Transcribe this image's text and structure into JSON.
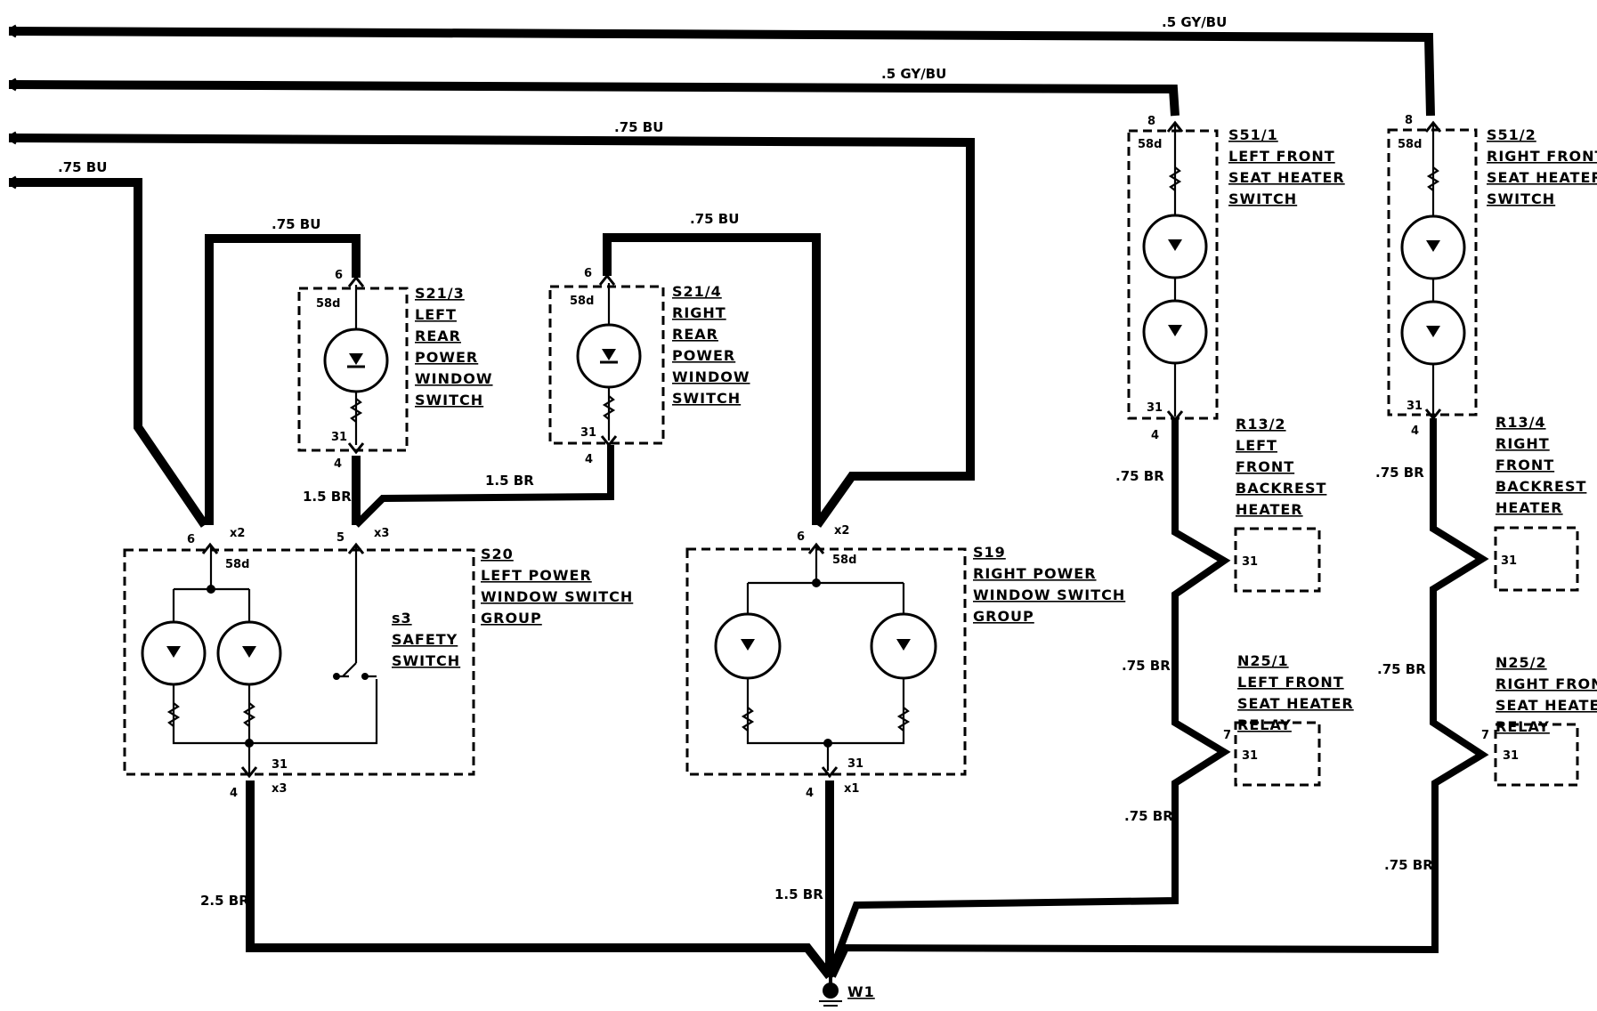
{
  "wire_labels": {
    "gybu_top": ".5 GY/BU",
    "gybu_second": ".5 GY/BU",
    "bu_third": ".75 BU",
    "bu_fourth": ".75 BU",
    "bu_s21_3": ".75 BU",
    "bu_s21_4": ".75 BU",
    "br_s21_4": "1.5 BR",
    "br_s21_3": "1.5 BR",
    "br_s20": "2.5 BR",
    "br_s19": "1.5 BR",
    "br_l1": ".75 BR",
    "br_l2": ".75 BR",
    "br_l3": ".75 BR",
    "br_r1": ".75 BR",
    "br_r2": ".75 BR",
    "br_r3": ".75 BR"
  },
  "components": {
    "s21_3": {
      "id": "S21/3",
      "lines": [
        "LEFT",
        "REAR",
        "POWER",
        "WINDOW",
        "SWITCH"
      ]
    },
    "s21_4": {
      "id": "S21/4",
      "lines": [
        "RIGHT",
        "REAR",
        "POWER",
        "WINDOW",
        "SWITCH"
      ]
    },
    "s20": {
      "id": "S20",
      "lines": [
        "LEFT POWER",
        "WINDOW SWITCH",
        "GROUP"
      ]
    },
    "s3": {
      "id": "s3",
      "lines": [
        "SAFETY",
        "SWITCH"
      ]
    },
    "s19": {
      "id": "S19",
      "lines": [
        "RIGHT POWER",
        "WINDOW SWITCH",
        "GROUP"
      ]
    },
    "s51_1": {
      "id": "S51/1",
      "lines": [
        "LEFT FRONT",
        "SEAT HEATER",
        "SWITCH"
      ]
    },
    "s51_2": {
      "id": "S51/2",
      "lines": [
        "RIGHT FRONT",
        "SEAT HEATER",
        "SWITCH"
      ]
    },
    "r13_2": {
      "id": "R13/2",
      "lines": [
        "LEFT",
        "FRONT",
        "BACKREST",
        "HEATER"
      ]
    },
    "r13_4": {
      "id": "R13/4",
      "lines": [
        "RIGHT",
        "FRONT",
        "BACKREST",
        "HEATER"
      ]
    },
    "n25_1": {
      "id": "N25/1",
      "lines": [
        "LEFT FRONT",
        "SEAT HEATER",
        "RELAY"
      ]
    },
    "n25_2": {
      "id": "N25/2",
      "lines": [
        "RIGHT FRONT",
        "SEAT HEATER",
        "RELAY"
      ]
    }
  },
  "pins": {
    "p58d": "58d",
    "p31": "31",
    "p4": "4",
    "p5": "5",
    "p6": "6",
    "p7": "7",
    "p8": "8",
    "x1": "x1",
    "x2": "x2",
    "x3": "x3"
  },
  "ground": {
    "id": "W1"
  }
}
